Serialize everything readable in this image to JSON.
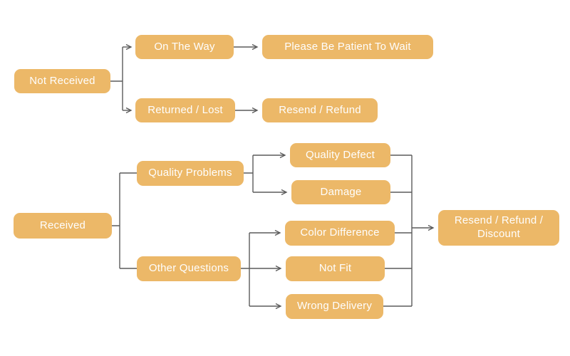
{
  "diagram": {
    "type": "flowchart",
    "topic": "order-issue resolution flow",
    "colors": {
      "node_fill": "#ecb868",
      "node_text": "#fefefe",
      "connector": "#5b5b5b",
      "background": "#ffffff"
    },
    "nodes": {
      "not_received": {
        "label": "Not Received"
      },
      "on_the_way": {
        "label": "On The Way"
      },
      "please_wait": {
        "label": "Please Be Patient To Wait"
      },
      "returned_lost": {
        "label": "Returned / Lost"
      },
      "resend_refund": {
        "label": "Resend / Refund"
      },
      "received": {
        "label": "Received"
      },
      "quality_problems": {
        "label": "Quality Problems"
      },
      "quality_defect": {
        "label": "Quality Defect"
      },
      "damage": {
        "label": "Damage"
      },
      "other_questions": {
        "label": "Other Questions"
      },
      "color_difference": {
        "label": "Color Difference"
      },
      "not_fit": {
        "label": "Not Fit"
      },
      "wrong_delivery": {
        "label": "Wrong Delivery"
      },
      "resend_refund_discount": {
        "label": "Resend / Refund / Discount"
      }
    },
    "edges": [
      {
        "from": "not_received",
        "to": "on_the_way",
        "arrow": true
      },
      {
        "from": "not_received",
        "to": "returned_lost",
        "arrow": true
      },
      {
        "from": "on_the_way",
        "to": "please_wait",
        "arrow": true
      },
      {
        "from": "returned_lost",
        "to": "resend_refund",
        "arrow": true
      },
      {
        "from": "received",
        "to": "quality_problems",
        "arrow": false
      },
      {
        "from": "received",
        "to": "other_questions",
        "arrow": false
      },
      {
        "from": "quality_problems",
        "to": "quality_defect",
        "arrow": true
      },
      {
        "from": "quality_problems",
        "to": "damage",
        "arrow": true
      },
      {
        "from": "other_questions",
        "to": "color_difference",
        "arrow": true
      },
      {
        "from": "other_questions",
        "to": "not_fit",
        "arrow": true
      },
      {
        "from": "other_questions",
        "to": "wrong_delivery",
        "arrow": true
      },
      {
        "from": "quality_defect",
        "to": "resend_refund_discount",
        "arrow": true
      },
      {
        "from": "damage",
        "to": "resend_refund_discount",
        "arrow": true
      },
      {
        "from": "color_difference",
        "to": "resend_refund_discount",
        "arrow": true
      },
      {
        "from": "not_fit",
        "to": "resend_refund_discount",
        "arrow": true
      },
      {
        "from": "wrong_delivery",
        "to": "resend_refund_discount",
        "arrow": true
      }
    ]
  }
}
